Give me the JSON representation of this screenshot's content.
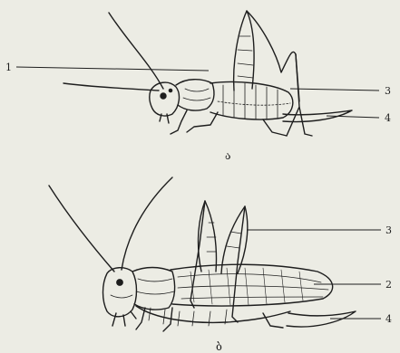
{
  "figure": {
    "top": {
      "caption": "ა",
      "callouts": [
        "1",
        "3",
        "4"
      ]
    },
    "bottom": {
      "caption": "ბ",
      "callouts": [
        "3",
        "2",
        "4"
      ]
    }
  },
  "colors": {
    "paper": "#ecece4",
    "ink": "#1e1e1e",
    "bleed_through": "#c9c9c0"
  }
}
